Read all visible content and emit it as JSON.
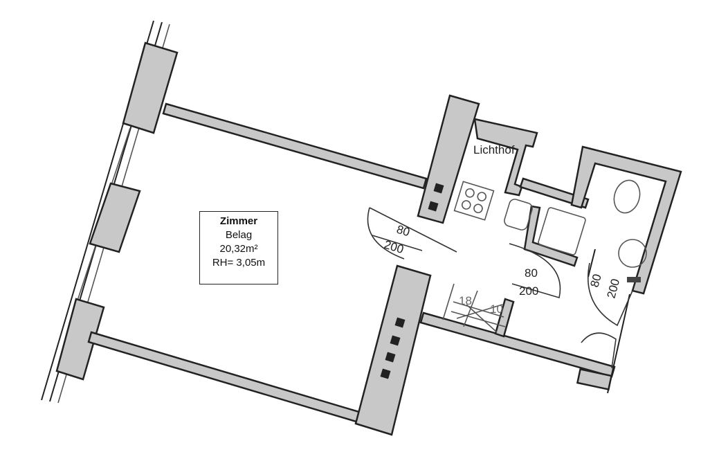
{
  "room": {
    "name": "Zimmer",
    "floor": "Belag",
    "area": "20,32m²",
    "height": "RH= 3,05m"
  },
  "lichthof": "Lichthof",
  "doors": [
    {
      "width": "80",
      "height": "200"
    },
    {
      "width": "80",
      "height": "200"
    },
    {
      "width": "80",
      "height": "200"
    }
  ],
  "stairs": {
    "a": "18",
    "b": "10"
  },
  "colors": {
    "wall": "#c8c8c8",
    "line": "#222222"
  }
}
